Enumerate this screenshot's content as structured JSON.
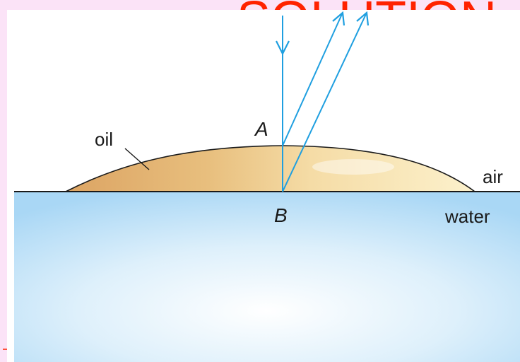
{
  "header_text": "SOLUTION",
  "labels": {
    "oil": "oil",
    "point_a": "A",
    "point_b": "B",
    "air": "air",
    "water": "water"
  },
  "colors": {
    "background": "#fbe3f7",
    "panel": "#ffffff",
    "header_text": "#ff2200",
    "ray": "#1f9fe0",
    "interface_line": "#1a1a1a",
    "oil_dark": "#dca766",
    "oil_light": "#fbf0c8",
    "water_top": "#c2e2f8",
    "water_bottom": "#aedaf6"
  }
}
